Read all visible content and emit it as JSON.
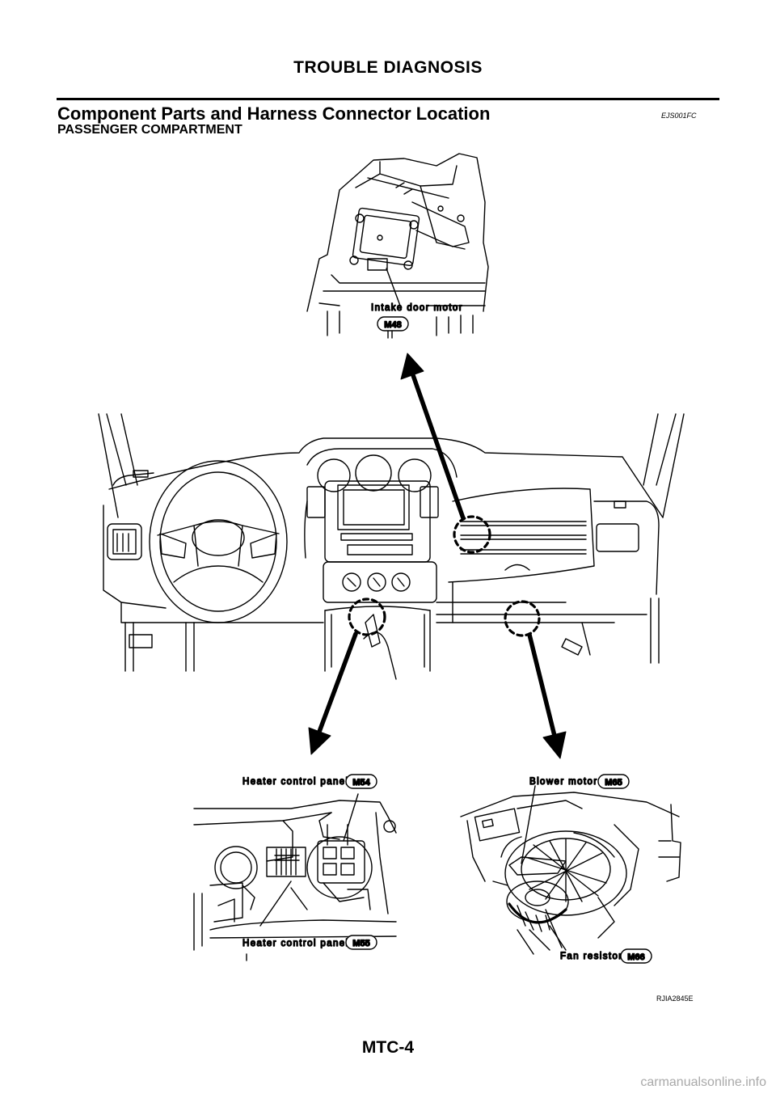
{
  "page": {
    "header": "TROUBLE DIAGNOSIS",
    "section_title": "Component Parts and Harness Connector Location",
    "section_code": "EJS001FC",
    "subsection_title": "PASSENGER COMPARTMENT",
    "figure_code": "RJIA2845E",
    "page_number": "MTC-4",
    "watermark": "carmanualsonline.info"
  },
  "callouts": {
    "intake_door_motor": {
      "label": "Intake door motor",
      "connector": "M48"
    },
    "heater_control_panel_top": {
      "label": "Heater control panel",
      "connector": "M54"
    },
    "heater_control_panel_bottom": {
      "label": "Heater control panel",
      "connector": "M55"
    },
    "blower_motor": {
      "label": "Blower motor",
      "connector": "M65"
    },
    "fan_resistor": {
      "label": "Fan resistor",
      "connector": "M66"
    }
  }
}
